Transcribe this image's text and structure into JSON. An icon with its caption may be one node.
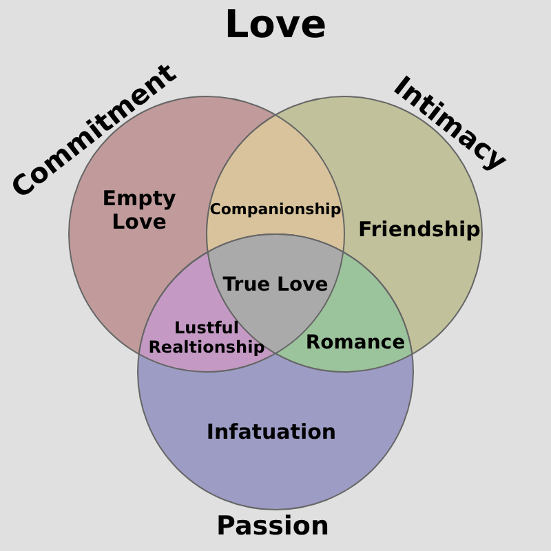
{
  "diagram": {
    "title": "Love",
    "nodes": [
      {
        "text": [
          "Commitment",
          "Empty Love"
        ]
      },
      {
        "text": [
          "Intimacy",
          "Friendship"
        ]
      },
      {
        "text": [
          "Infatuation",
          "Passion"
        ]
      }
    ],
    "edges": [],
    "labels": [
      "Companionship",
      "True Love",
      "Lustful Realtionship",
      "Romance"
    ]
  }
}
